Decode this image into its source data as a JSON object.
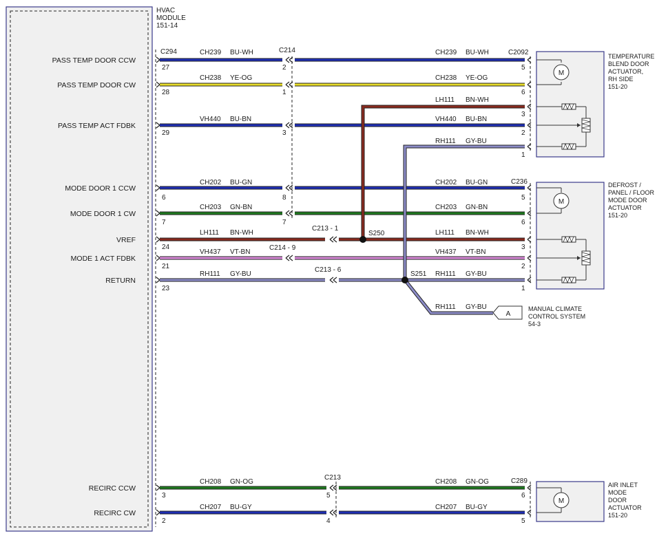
{
  "hvac_module": {
    "title_lines": [
      "HVAC",
      "MODULE",
      "151-14"
    ],
    "pins": [
      {
        "label": "PASS TEMP DOOR CCW",
        "pin": "27"
      },
      {
        "label": "PASS TEMP DOOR CW",
        "pin": "28"
      },
      {
        "label": "PASS TEMP ACT FDBK",
        "pin": "29"
      },
      {
        "label": "MODE DOOR 1 CCW",
        "pin": "6"
      },
      {
        "label": "MODE DOOR 1 CW",
        "pin": "7"
      },
      {
        "label": "VREF",
        "pin": "24"
      },
      {
        "label": "MODE 1 ACT FDBK",
        "pin": "21"
      },
      {
        "label": "RETURN",
        "pin": "23"
      },
      {
        "label": "RECIRC CCW",
        "pin": "3"
      },
      {
        "label": "RECIRC CW",
        "pin": "2"
      }
    ]
  },
  "connectors": {
    "module_top": "C294",
    "inline_top": "C214",
    "inline_top_pins": [
      "2",
      "1",
      "3",
      "8",
      "7"
    ],
    "vref_inline": "C213 - 1",
    "feedback_inline": "C214 - 9",
    "return_inline": "C213 - 6",
    "recirc_inline": "C213",
    "recirc_inline_pins": [
      "5",
      "4"
    ]
  },
  "splices": {
    "vref": "S250",
    "return": "S251"
  },
  "wires": {
    "pass_temp_ccw": {
      "circuit": "CH239",
      "color": "BU-WH",
      "draw_color": "#1f2fb5"
    },
    "pass_temp_cw": {
      "circuit": "CH238",
      "color": "YE-OG",
      "draw_color": "#e8dc2a"
    },
    "pass_temp_fdbk": {
      "circuit": "VH440",
      "color": "BU-BN",
      "draw_color": "#1f2fb5"
    },
    "mode1_ccw": {
      "circuit": "CH202",
      "color": "BU-GN",
      "draw_color": "#1f2fb5"
    },
    "mode1_cw": {
      "circuit": "CH203",
      "color": "GN-BN",
      "draw_color": "#1f7a1f"
    },
    "vref": {
      "circuit": "LH111",
      "color": "BN-WH",
      "draw_color": "#8a2a1f"
    },
    "mode1_fdbk": {
      "circuit": "VH437",
      "color": "VT-BN",
      "draw_color": "#d98ad9"
    },
    "return": {
      "circuit": "RH111",
      "color": "GY-BU",
      "draw_color": "#8c8cc8"
    },
    "recirc_ccw": {
      "circuit": "CH208",
      "color": "GN-OG",
      "draw_color": "#1f7a1f"
    },
    "recirc_cw": {
      "circuit": "CH207",
      "color": "BU-GY",
      "draw_color": "#1f2fb5"
    }
  },
  "components": {
    "temp_blend": {
      "connector": "C2092",
      "pins": [
        "5",
        "6",
        "3",
        "2",
        "1"
      ],
      "lines": [
        "TEMPERATURE",
        "BLEND DOOR",
        "ACTUATOR,",
        "RH SIDE",
        "151-20"
      ]
    },
    "mode_door": {
      "connector": "C236",
      "pins": [
        "5",
        "6",
        "3",
        "2",
        "1"
      ],
      "lines": [
        "DEFROST /",
        "PANEL / FLOOR",
        "MODE DOOR",
        "ACTUATOR",
        "151-20"
      ]
    },
    "air_inlet": {
      "connector": "C289",
      "pins": [
        "6",
        "5"
      ],
      "lines": [
        "AIR INLET",
        "MODE",
        "DOOR",
        "ACTUATOR",
        "151-20"
      ]
    },
    "manual_climate": {
      "connector_letter": "A",
      "lines": [
        "MANUAL CLIMATE",
        "CONTROL SYSTEM",
        "54-3"
      ]
    },
    "motor_symbol": "M"
  }
}
